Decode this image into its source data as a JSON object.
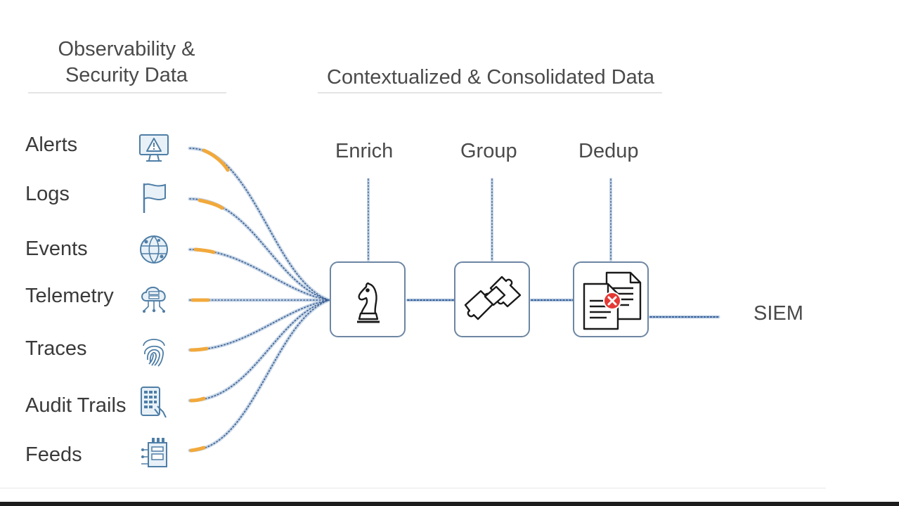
{
  "headings": {
    "sources_title": "Observability &\nSecurity Data",
    "pipeline_title": "Contextualized & Consolidated Data"
  },
  "sources": [
    {
      "label": "Alerts",
      "icon": "alert-monitor-icon"
    },
    {
      "label": "Logs",
      "icon": "flag-icon"
    },
    {
      "label": "Events",
      "icon": "globe-network-icon"
    },
    {
      "label": "Telemetry",
      "icon": "cloud-server-icon"
    },
    {
      "label": "Traces",
      "icon": "fingerprint-icon"
    },
    {
      "label": "Audit Trails",
      "icon": "tablet-keypad-icon"
    },
    {
      "label": "Feeds",
      "icon": "machine-feed-icon"
    }
  ],
  "stages": [
    {
      "label": "Enrich",
      "icon": "chess-knight-icon"
    },
    {
      "label": "Group",
      "icon": "puzzle-pieces-icon"
    },
    {
      "label": "Dedup",
      "icon": "duplicate-documents-icon"
    }
  ],
  "output": {
    "label": "SIEM"
  },
  "colors": {
    "line": "#b7c9dc",
    "dots": "#2f5b9a",
    "highlight": "#f2a93b",
    "box_border": "#6d86a3",
    "error_badge": "#e53935"
  }
}
